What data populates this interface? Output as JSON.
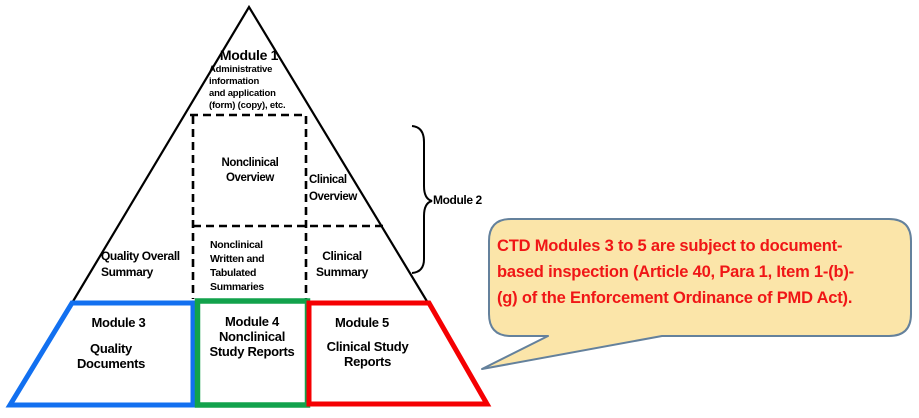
{
  "diagram": {
    "pyramid": {
      "module1": {
        "title": "Module 1",
        "description": "Administrative\ninformation\nand application\n(form) (copy), etc."
      },
      "module2": {
        "label": "Module 2",
        "nonclinical_overview": "Nonclinical\nOverview",
        "clinical_overview": "Clinical\nOverview",
        "quality_overall_summary": "Quality Overall\nSummary",
        "nonclinical_written_summaries": "Nonclinical\nWritten and\nTabulated\nSummaries",
        "clinical_summary": "Clinical\nSummary"
      },
      "module3": {
        "title": "Module 3",
        "body": "Quality\nDocuments"
      },
      "module4": {
        "title": "Module 4",
        "body": "Nonclinical\nStudy Reports"
      },
      "module5": {
        "title": "Module 5",
        "body": "Clinical Study\nReports"
      }
    },
    "callout": {
      "text": "CTD Modules 3 to 5 are subject to document-\nbased inspection (Article 40, Para 1, Item 1-(b)-\n(g) of the Enforcement Ordinance of PMD Act)."
    },
    "colors": {
      "module3_border": "#1270F0",
      "module4_border": "#12A24C",
      "module5_border": "#F50002",
      "callout_background": "#FBE5A9",
      "callout_border": "#64819C",
      "callout_text": "#F01616",
      "line": "#000000"
    }
  }
}
